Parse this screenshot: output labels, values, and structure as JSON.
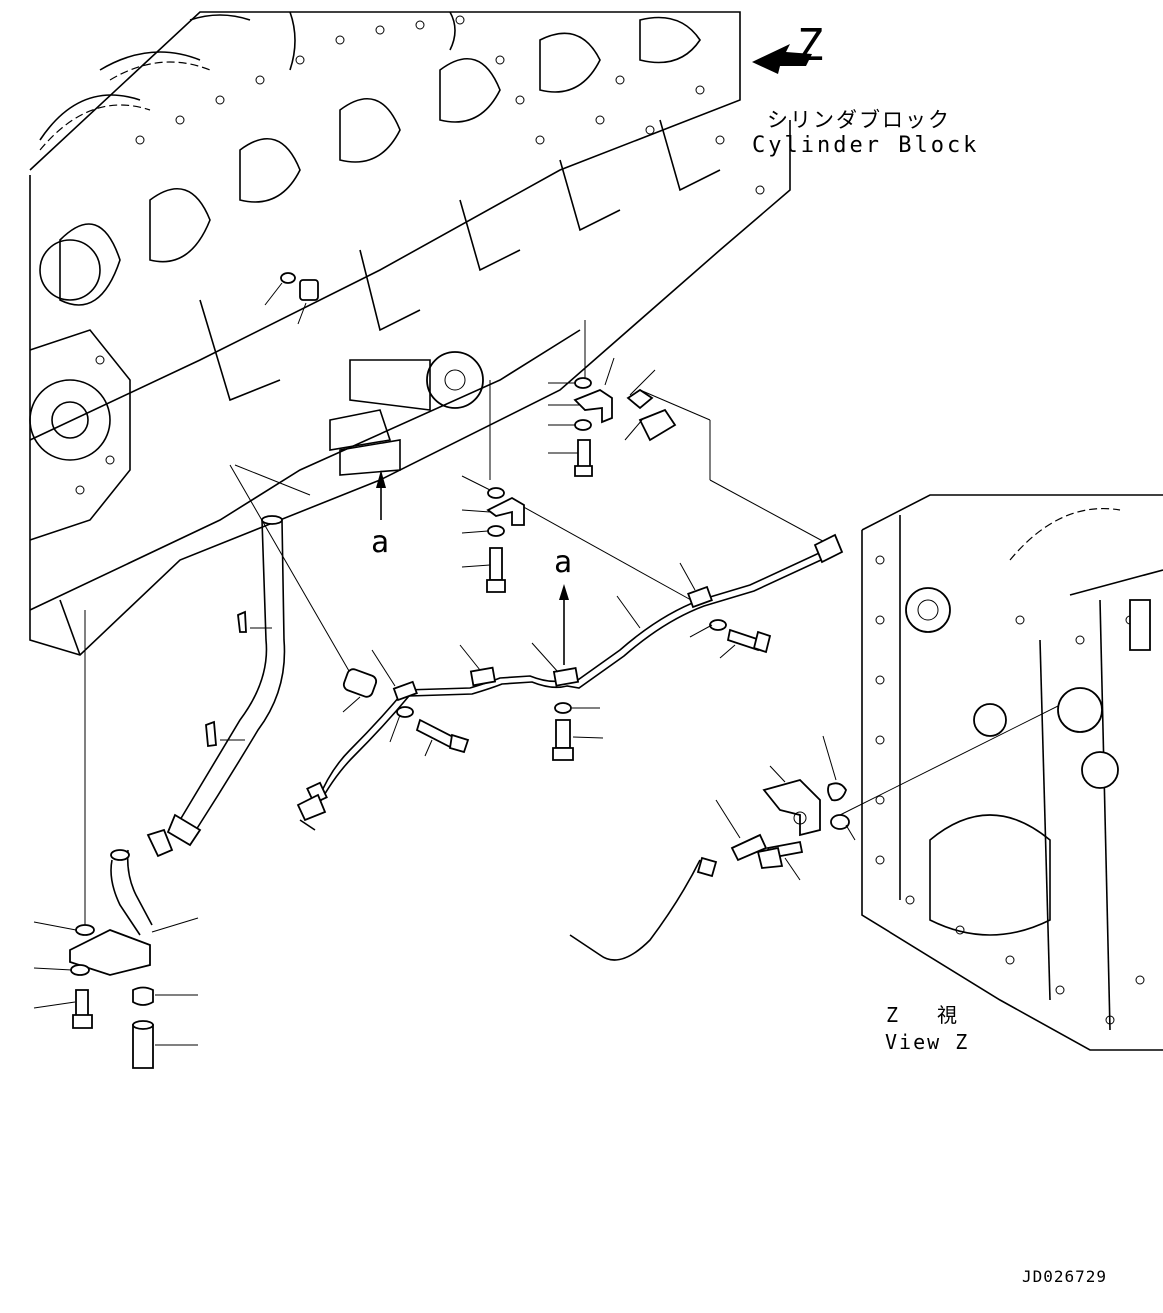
{
  "view_arrow": {
    "letter": "Z"
  },
  "cylinder_block": {
    "label_jp": "シリンダブロック",
    "label_en": "Cylinder Block"
  },
  "reference_marks": [
    {
      "letter": "a"
    },
    {
      "letter": "a"
    }
  ],
  "view_z": {
    "label_line1_left": "Z",
    "label_line1_right": "視",
    "label_line2": "View Z"
  },
  "drawing_number": "JD026729"
}
